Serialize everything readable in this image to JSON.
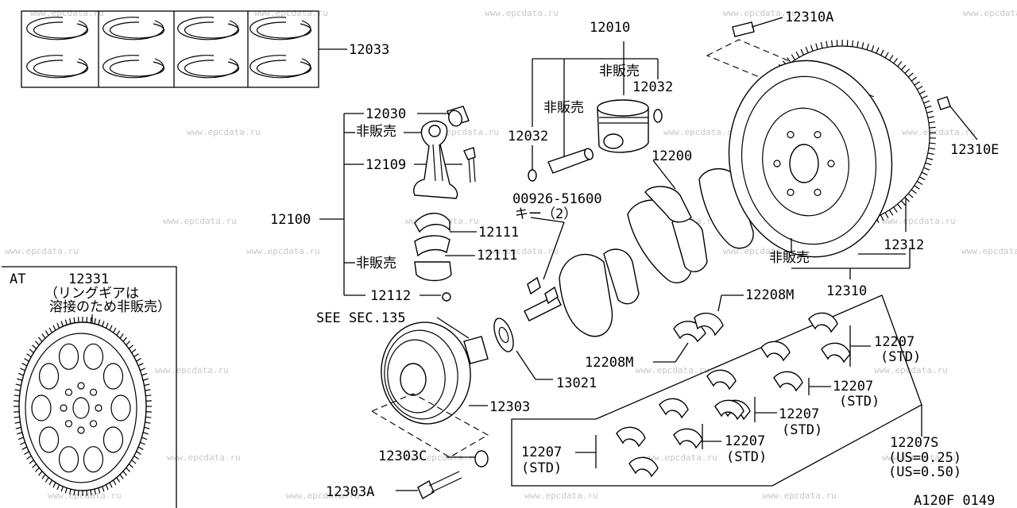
{
  "watermark": "www.epcdata.ru",
  "drawing_id": "A120F 0149",
  "part_labels": [
    {
      "id": "p12033",
      "text": "12033"
    },
    {
      "id": "p12030",
      "text": "12030"
    },
    {
      "id": "p12030-ns",
      "text": "非販売"
    },
    {
      "id": "p12109",
      "text": "12109"
    },
    {
      "id": "p12100",
      "text": "12100"
    },
    {
      "id": "p12111a",
      "text": "12111"
    },
    {
      "id": "p12111-ns",
      "text": "非販売"
    },
    {
      "id": "p12111b",
      "text": "12111"
    },
    {
      "id": "p12112",
      "text": "12112"
    },
    {
      "id": "p12010",
      "text": "12010"
    },
    {
      "id": "p12010-ns",
      "text": "非販売"
    },
    {
      "id": "p12032a",
      "text": "12032"
    },
    {
      "id": "p12010-ns2",
      "text": "非販売"
    },
    {
      "id": "p12032b",
      "text": "12032"
    },
    {
      "id": "p00926",
      "text": "00926-51600"
    },
    {
      "id": "p-key",
      "text": "キー（2）"
    },
    {
      "id": "p12200",
      "text": "12200"
    },
    {
      "id": "p12310a",
      "text": "12310A"
    },
    {
      "id": "p12310e",
      "text": "12310E"
    },
    {
      "id": "p12312",
      "text": "12312"
    },
    {
      "id": "p12310-ns",
      "text": "非販売"
    },
    {
      "id": "p12310",
      "text": "12310"
    },
    {
      "id": "p12208m-top",
      "text": "12208M"
    },
    {
      "id": "p12208m-bot",
      "text": "12208M"
    },
    {
      "id": "p-see",
      "text": "SEE SEC.135"
    },
    {
      "id": "p13021",
      "text": "13021"
    },
    {
      "id": "p12303",
      "text": "12303"
    },
    {
      "id": "p12303c",
      "text": "12303C"
    },
    {
      "id": "p12303a",
      "text": "12303A"
    },
    {
      "id": "p12207-1",
      "text": "12207"
    },
    {
      "id": "p12207-1s",
      "text": "(STD)"
    },
    {
      "id": "p12207-2",
      "text": "12207"
    },
    {
      "id": "p12207-2s",
      "text": "(STD)"
    },
    {
      "id": "p12207-3",
      "text": "12207"
    },
    {
      "id": "p12207-3s",
      "text": "(STD)"
    },
    {
      "id": "p12207-4",
      "text": "12207"
    },
    {
      "id": "p12207-4s",
      "text": "(STD)"
    },
    {
      "id": "p12207-5",
      "text": "12207"
    },
    {
      "id": "p12207-5s",
      "text": "(STD)"
    },
    {
      "id": "p12207s",
      "text": "12207S"
    },
    {
      "id": "p12207s-1",
      "text": "(US=0.25)"
    },
    {
      "id": "p12207s-2",
      "text": "(US=0.50)"
    }
  ],
  "at_inset": {
    "tag": "AT",
    "part": "12331",
    "note_line1": "（リングギアは",
    "note_line2": "溶接のため非販売）"
  }
}
